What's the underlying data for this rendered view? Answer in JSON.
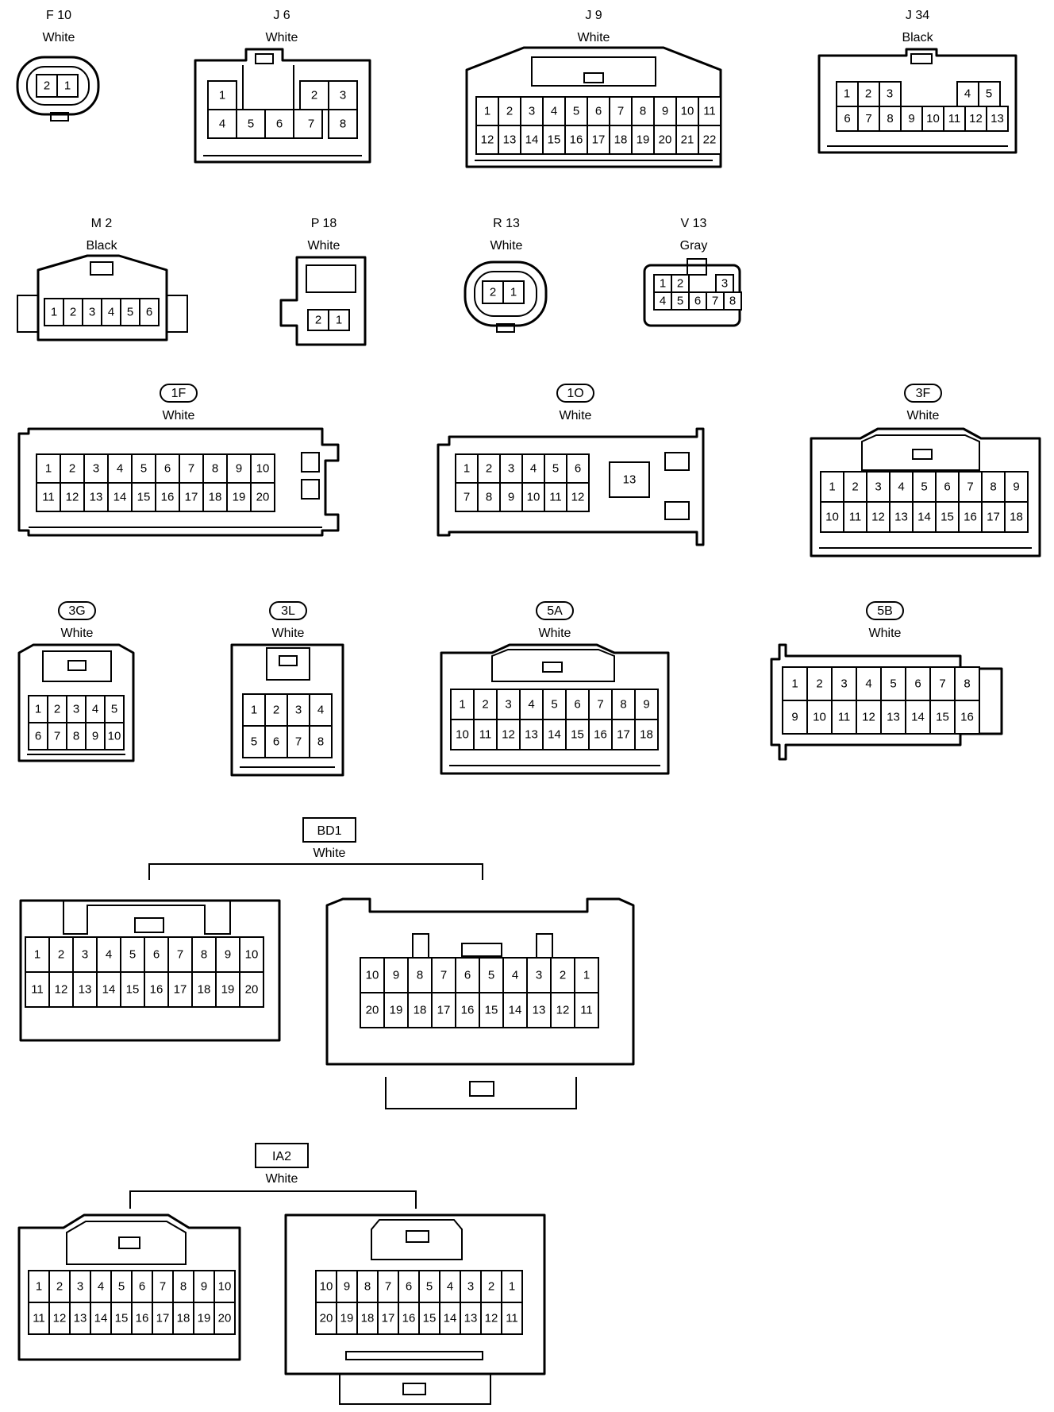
{
  "connectors": [
    {
      "id": "F10",
      "code": "F 10",
      "color": "White",
      "rows": [
        [
          "2",
          "1"
        ]
      ]
    },
    {
      "id": "J6",
      "code": "J 6",
      "color": "White",
      "groups": [
        [
          "1",
          "",
          "2",
          "3"
        ],
        [
          "4",
          "5",
          "6",
          "7",
          "8"
        ]
      ]
    },
    {
      "id": "J9",
      "code": "J 9",
      "color": "White",
      "rows": [
        [
          "1",
          "2",
          "3",
          "4",
          "5",
          "6",
          "7",
          "8",
          "9",
          "10",
          "11"
        ],
        [
          "12",
          "13",
          "14",
          "15",
          "16",
          "17",
          "18",
          "19",
          "20",
          "21",
          "22"
        ]
      ]
    },
    {
      "id": "J34",
      "code": "J 34",
      "color": "Black",
      "rows": [
        [
          "1",
          "2",
          "3",
          "4",
          "5"
        ],
        [
          "6",
          "7",
          "8",
          "9",
          "10",
          "11",
          "12",
          "13"
        ]
      ]
    },
    {
      "id": "M2",
      "code": "M 2",
      "color": "Black",
      "rows": [
        [
          "1",
          "2",
          "3",
          "4",
          "5",
          "6"
        ]
      ]
    },
    {
      "id": "P18",
      "code": "P 18",
      "color": "White",
      "rows": [
        [
          "2",
          "1"
        ]
      ]
    },
    {
      "id": "R13",
      "code": "R 13",
      "color": "White",
      "rows": [
        [
          "2",
          "1"
        ]
      ]
    },
    {
      "id": "V13",
      "code": "V 13",
      "color": "Gray",
      "rows": [
        [
          "1",
          "2",
          "3"
        ],
        [
          "4",
          "5",
          "6",
          "7",
          "8"
        ]
      ]
    },
    {
      "id": "1F",
      "code": "1F",
      "color": "White",
      "rows": [
        [
          "1",
          "2",
          "3",
          "4",
          "5",
          "6",
          "7",
          "8",
          "9",
          "10"
        ],
        [
          "11",
          "12",
          "13",
          "14",
          "15",
          "16",
          "17",
          "18",
          "19",
          "20"
        ]
      ]
    },
    {
      "id": "1O",
      "code": "1O",
      "color": "White",
      "rows": [
        [
          "1",
          "2",
          "3",
          "4",
          "5",
          "6"
        ],
        [
          "7",
          "8",
          "9",
          "10",
          "11",
          "12"
        ]
      ],
      "extra": "13"
    },
    {
      "id": "3F",
      "code": "3F",
      "color": "White",
      "rows": [
        [
          "1",
          "2",
          "3",
          "4",
          "5",
          "6",
          "7",
          "8",
          "9"
        ],
        [
          "10",
          "11",
          "12",
          "13",
          "14",
          "15",
          "16",
          "17",
          "18"
        ]
      ]
    },
    {
      "id": "3G",
      "code": "3G",
      "color": "White",
      "rows": [
        [
          "1",
          "2",
          "3",
          "4",
          "5"
        ],
        [
          "6",
          "7",
          "8",
          "9",
          "10"
        ]
      ]
    },
    {
      "id": "3L",
      "code": "3L",
      "color": "White",
      "rows": [
        [
          "1",
          "2",
          "3",
          "4"
        ],
        [
          "5",
          "6",
          "7",
          "8"
        ]
      ]
    },
    {
      "id": "5A",
      "code": "5A",
      "color": "White",
      "rows": [
        [
          "1",
          "2",
          "3",
          "4",
          "5",
          "6",
          "7",
          "8",
          "9"
        ],
        [
          "10",
          "11",
          "12",
          "13",
          "14",
          "15",
          "16",
          "17",
          "18"
        ]
      ]
    },
    {
      "id": "5B",
      "code": "5B",
      "color": "White",
      "rows": [
        [
          "1",
          "2",
          "3",
          "4",
          "5",
          "6",
          "7",
          "8"
        ],
        [
          "9",
          "10",
          "11",
          "12",
          "13",
          "14",
          "15",
          "16"
        ]
      ]
    }
  ],
  "pairs": [
    {
      "id": "BD1",
      "code": "BD1",
      "color": "White",
      "left": {
        "top": [
          "1",
          "2",
          "3",
          "4",
          "5",
          "6",
          "7",
          "8",
          "9",
          "10"
        ],
        "bottom": [
          "11",
          "12",
          "13",
          "14",
          "15",
          "16",
          "17",
          "18",
          "19",
          "20"
        ]
      },
      "right": {
        "top": [
          "10",
          "9",
          "8",
          "7",
          "6",
          "5",
          "4",
          "3",
          "2",
          "1"
        ],
        "bottom": [
          "20",
          "19",
          "18",
          "17",
          "16",
          "15",
          "14",
          "13",
          "12",
          "11"
        ]
      }
    },
    {
      "id": "IA2",
      "code": "IA2",
      "color": "White",
      "left": {
        "top": [
          "1",
          "2",
          "3",
          "4",
          "5",
          "6",
          "7",
          "8",
          "9",
          "10"
        ],
        "bottom": [
          "11",
          "12",
          "13",
          "14",
          "15",
          "16",
          "17",
          "18",
          "19",
          "20"
        ]
      },
      "right": {
        "top": [
          "10",
          "9",
          "8",
          "7",
          "6",
          "5",
          "4",
          "3",
          "2",
          "1"
        ],
        "bottom": [
          "20",
          "19",
          "18",
          "17",
          "16",
          "15",
          "14",
          "13",
          "12",
          "11"
        ]
      }
    }
  ]
}
